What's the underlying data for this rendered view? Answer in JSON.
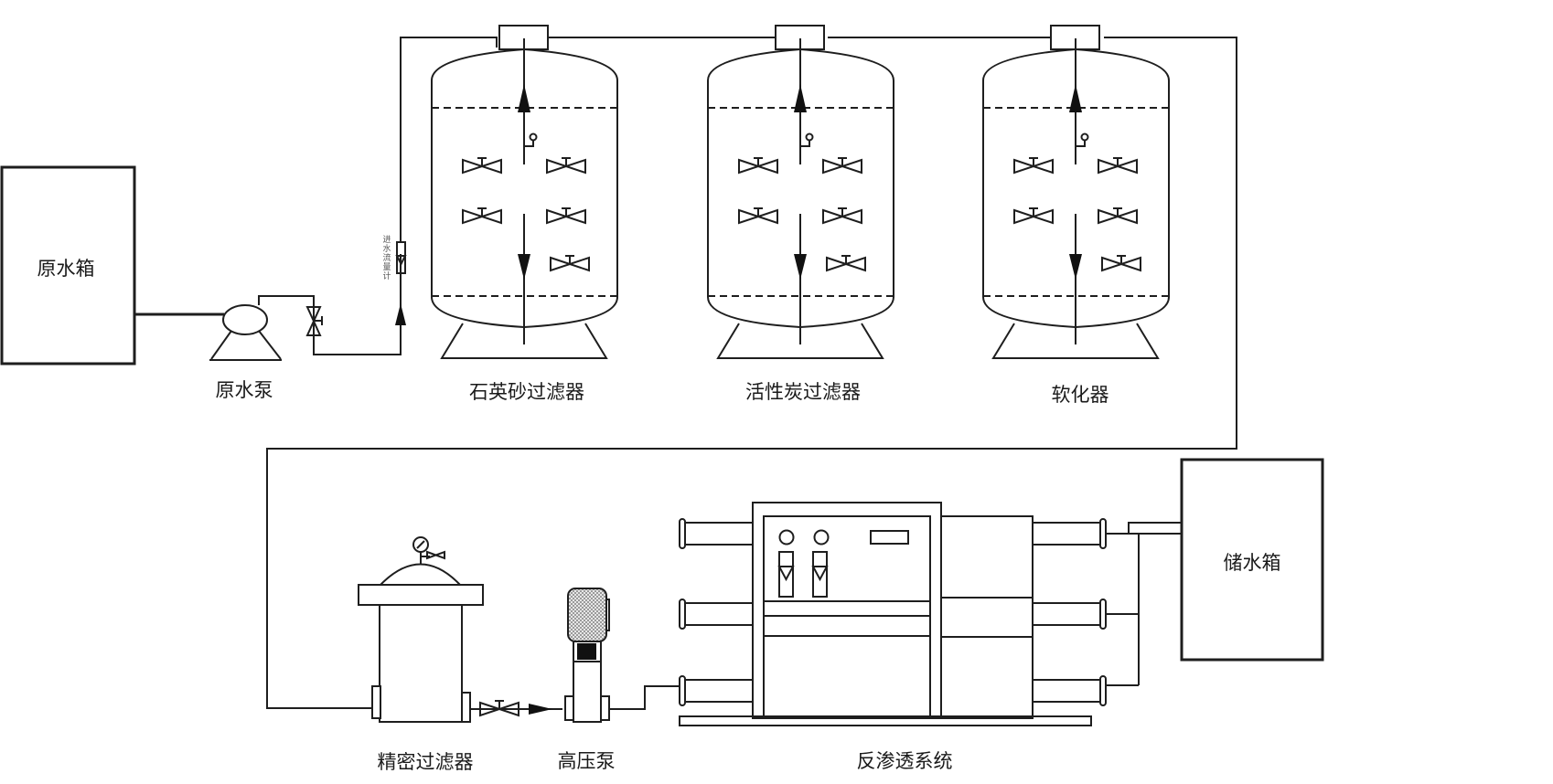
{
  "title": "Water treatment process flow diagram",
  "labels": {
    "raw_tank": "原水箱",
    "raw_pump": "原水泵",
    "flow_meter": "进水流量计",
    "quartz_filter": "石英砂过滤器",
    "carbon_filter": "活性炭过滤器",
    "softener": "软化器",
    "precision_filter": "精密过滤器",
    "high_pressure_pump": "高压泵",
    "ro_system": "反渗透系统",
    "storage_tank": "储水箱"
  },
  "flow_meter_chars": [
    "进",
    "水",
    "流",
    "量",
    "计"
  ],
  "colors": {
    "line": "#1e1e1e",
    "background": "#ffffff",
    "pump_motor": "#bdbdbd"
  }
}
